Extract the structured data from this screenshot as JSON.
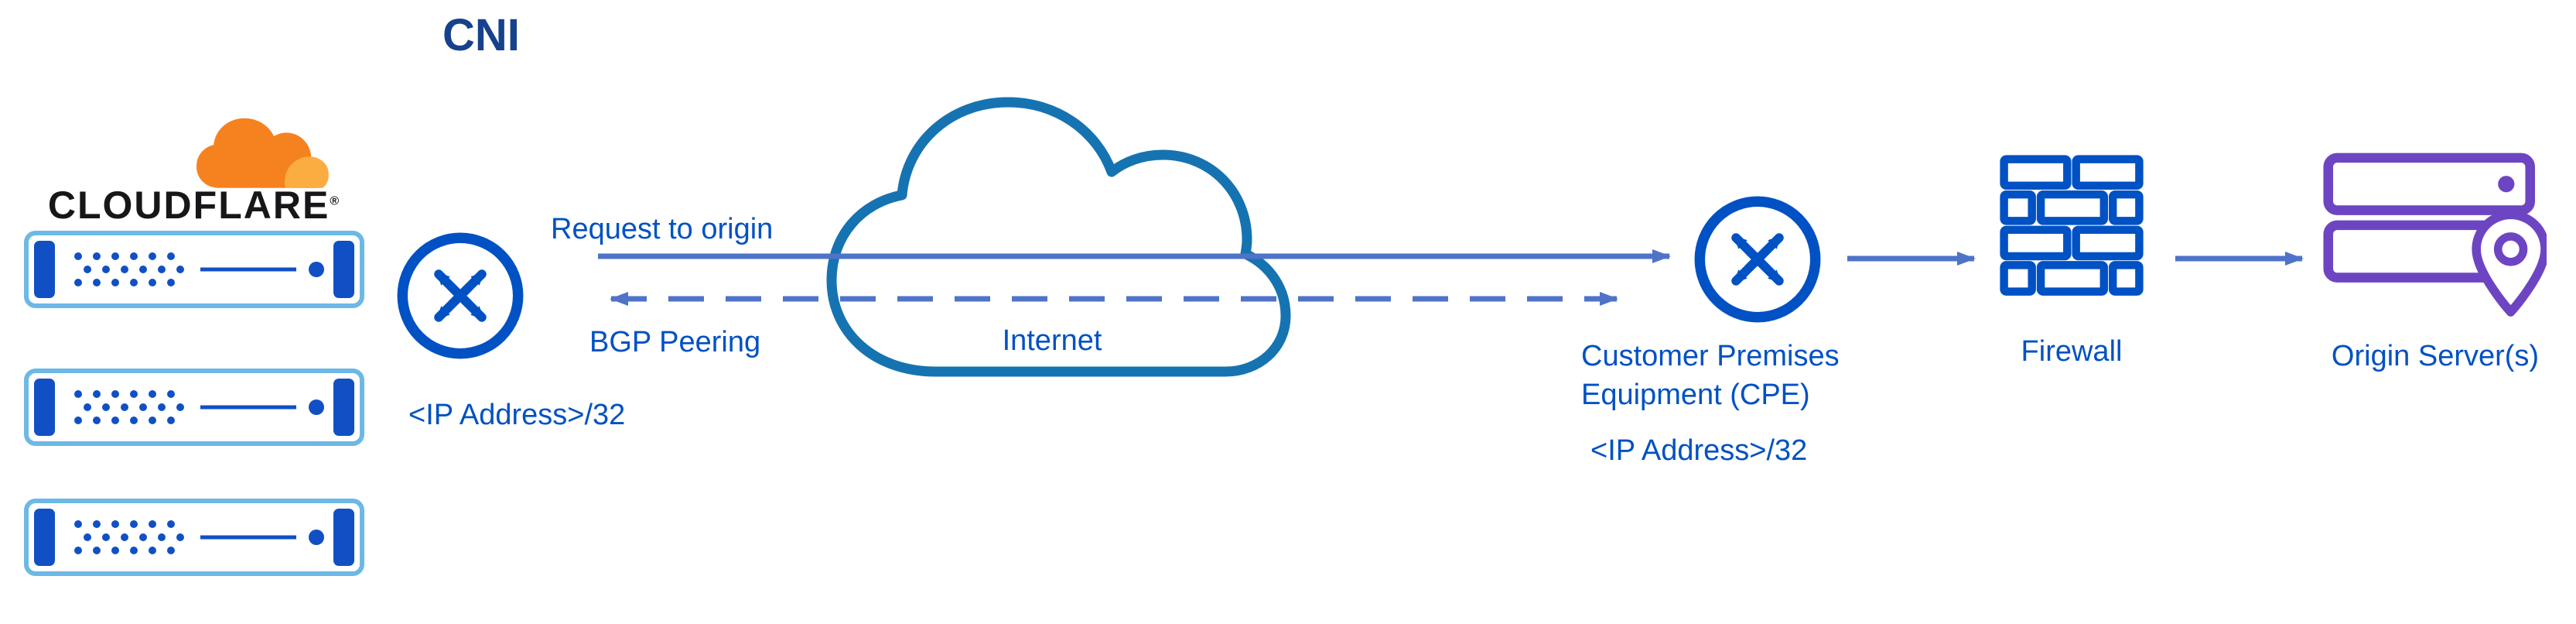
{
  "title": "CNI",
  "cloudflare": {
    "wordmark": "CLOUDFLARE",
    "registered": "®"
  },
  "labels": {
    "request_to_origin": "Request to origin",
    "bgp_peering": "BGP Peering",
    "internet": "Internet",
    "cf_ip": "<IP Address>/32",
    "cpe_line1": "Customer Premises",
    "cpe_line2": "Equipment (CPE)",
    "cpe_ip": "<IP Address>/32",
    "firewall": "Firewall",
    "origin": "Origin Server(s)"
  },
  "icons": {
    "cloudflare_logo": "cloudflare-logo-cloud-icon",
    "server_rack": "server-rack-icon",
    "cloudflare_router": "router-icon",
    "cpe_router": "router-icon",
    "internet_cloud": "internet-cloud-icon",
    "firewall": "firewall-brick-icon",
    "origin_server": "origin-server-pin-icon"
  },
  "colors": {
    "label_blue": "#0051c3",
    "title_blue": "#16418c",
    "icon_blue": "#0051c3",
    "arrow_blue": "#4e73c8",
    "cloud_blue": "#1673b1",
    "rack_border_blue": "#6cb8e6",
    "rack_dark_blue": "#1150c4",
    "origin_purple": "#6d45c2",
    "cf_orange": "#f6821f",
    "cf_orange_light": "#fbad41"
  }
}
